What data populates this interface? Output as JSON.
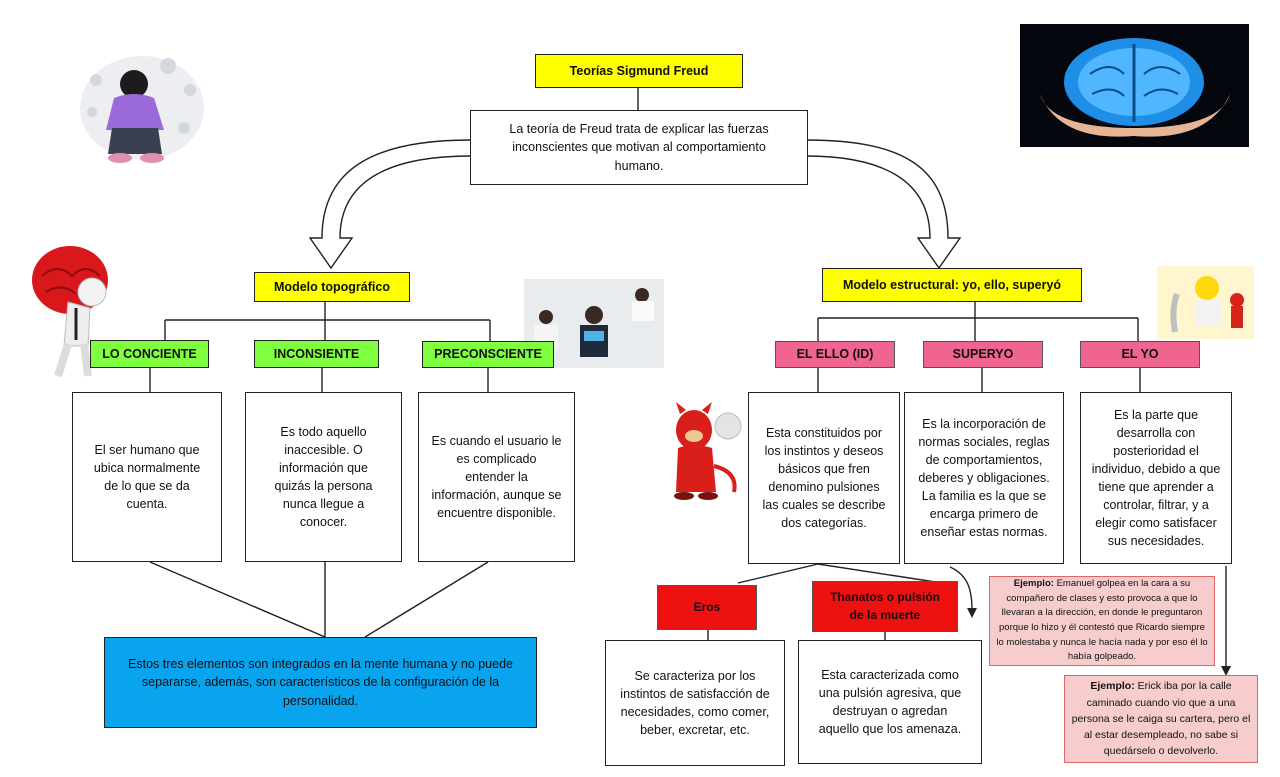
{
  "title": "Teorías Sigmund Freud",
  "intro": "La teoría de Freud trata de explicar las fuerzas inconscientes que motivan al comportamiento humano.",
  "topographic": {
    "title": "Modelo topográfico",
    "items": [
      {
        "label": "LO CONCIENTE",
        "text": "El ser humano que ubica normalmente de lo que se da cuenta."
      },
      {
        "label": "INCONSIENTE",
        "text": "Es todo aquello inaccesible. O información que quizás la persona nunca llegue a conocer."
      },
      {
        "label": "PRECONSCIENTE",
        "text": "Es cuando el usuario le es complicado entender la información, aunque se encuentre disponible."
      }
    ],
    "summary": "Estos tres elementos son integrados en la mente humana y no puede separarse, además, son característicos de la configuración de la personalidad."
  },
  "structural": {
    "title": "Modelo estructural: yo, ello, superyó",
    "items": [
      {
        "label": "EL ELLO (ID)",
        "text": "Esta constituidos por los instintos y deseos básicos que fren denomino pulsiones las cuales se describe dos categorías."
      },
      {
        "label": "SUPERYO",
        "text": "Es la incorporación de normas sociales, reglas de comportamientos, deberes y obligaciones. La familia es la que se encarga primero de enseñar estas normas."
      },
      {
        "label": "EL YO",
        "text": "Es la parte que desarrolla con posterioridad el individuo, debido a que tiene que aprender a controlar, filtrar, y a elegir como satisfacer sus necesidades."
      }
    ],
    "drives": [
      {
        "label": "Eros",
        "text": "Se caracteriza por los instintos de satisfacción de necesidades, como comer, beber, excretar, etc."
      },
      {
        "label": "Thanatos o pulsión de la muerte",
        "text": "Esta caracterizada como una pulsión agresiva, que destruyan o agredan aquello que los amenaza."
      }
    ],
    "examples": [
      {
        "label": "Ejemplo:",
        "text": "Emanuel golpea en la cara a su compañero de clases y esto provoca a que lo llevaran a la dirección, en donde le preguntaron porque lo hizo y él contestó que Ricardo siempre lo molestaba y nunca le hacía nada y por eso él lo había golpeado."
      },
      {
        "label": "Ejemplo:",
        "text": "Erick iba por la calle caminado cuando vio que a una persona se le caiga su cartera, pero el al estar desempleado, no sabe si quedárselo o devolverlo."
      }
    ]
  },
  "colors": {
    "yellow": "#ffff00",
    "green": "#7fff3f",
    "pink": "#f0658f",
    "red": "#ee1111",
    "blue": "#0aa3ee",
    "note": "#f6cccc"
  }
}
